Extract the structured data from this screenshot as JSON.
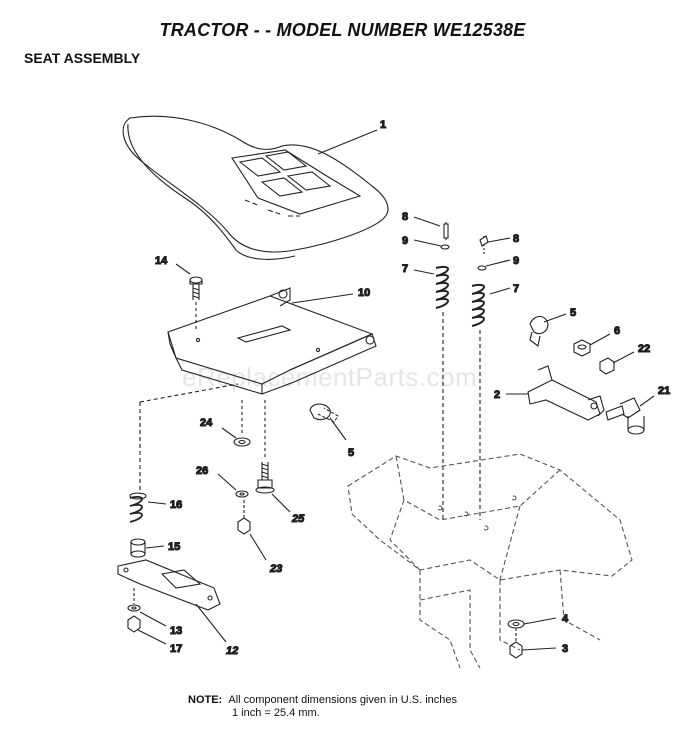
{
  "header": {
    "title": "TRACTOR - - MODEL NUMBER WE12538E",
    "subtitle": "SEAT ASSEMBLY"
  },
  "watermark": "eReplacementParts.com",
  "note": {
    "heading": "NOTE:",
    "line1": "All component dimensions given in U.S. inches",
    "line2": "1 inch = 25.4 mm."
  },
  "callouts": {
    "c1": "1",
    "c8a": "8",
    "c9a": "9",
    "c8b": "8",
    "c9b": "9",
    "c7a": "7",
    "c7b": "7",
    "c14": "14",
    "c10": "10",
    "c5a": "5",
    "c6": "6",
    "c22": "22",
    "c2": "2",
    "c21": "21",
    "c24": "24",
    "c5b": "5",
    "c26": "26",
    "c25": "25",
    "c16": "16",
    "c15": "15",
    "c23": "23",
    "c13": "13",
    "c17": "17",
    "c12": "12",
    "c4": "4",
    "c3": "3"
  }
}
